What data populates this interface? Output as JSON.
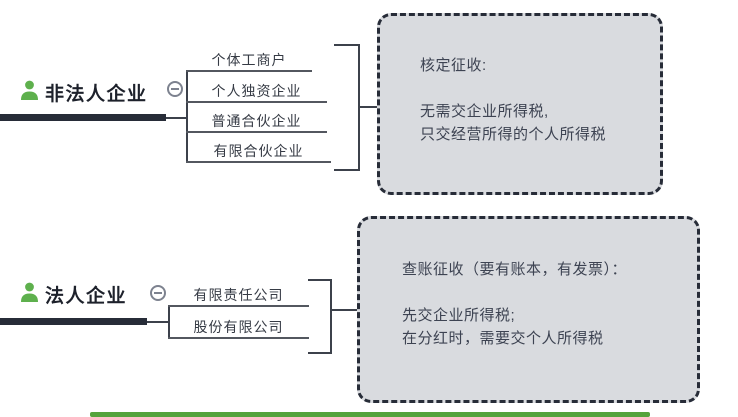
{
  "colors": {
    "line": "#272c38",
    "underline": "#53575f",
    "bracket": "#3c414b",
    "box_fill": "#d9dbdf",
    "box_border": "#272c38",
    "root_text": "#1d212b",
    "child_text": "#363b45",
    "box_text": "#3d4352",
    "green": "#5eb04d",
    "minus": "#7d828f",
    "bottom_bar": "#54a33c"
  },
  "diagram": {
    "nodes": [
      {
        "label": "非法人企业",
        "icon": "person-icon",
        "collapse_glyph": "−",
        "children": [
          "个体工商户",
          "个人独资企业",
          "普通合伙企业",
          "有限合伙企业"
        ],
        "note": {
          "title": "核定征收:",
          "body": "无需交企业所得税,\n只交经营所得的个人所得税"
        }
      },
      {
        "label": "法人企业",
        "icon": "person-icon",
        "collapse_glyph": "−",
        "children": [
          "有限责任公司",
          "股份有限公司"
        ],
        "note": {
          "title": "查账征收（要有账本，有发票）：",
          "body": "先交企业所得税;\n在分红时，需要交个人所得税"
        }
      }
    ]
  }
}
